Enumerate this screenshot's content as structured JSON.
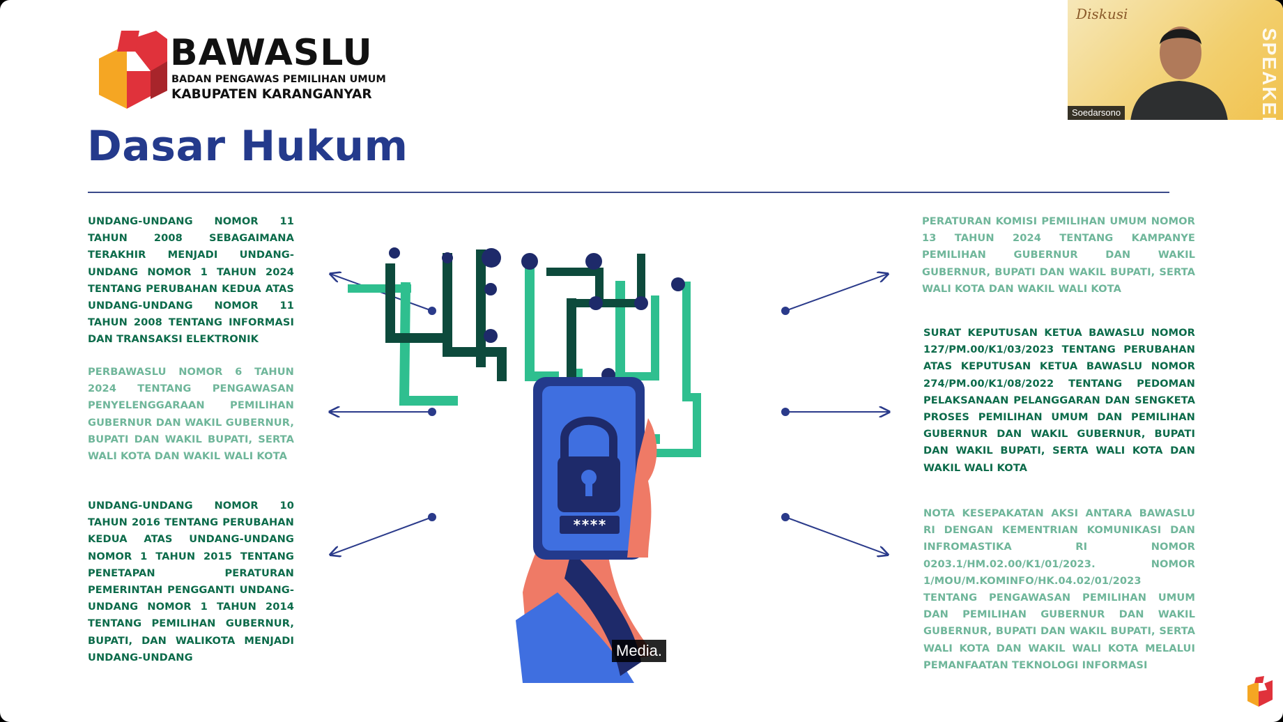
{
  "logo": {
    "name": "BAWASLU",
    "line1": "BADAN PENGAWAS PEMILIHAN UMUM",
    "line2": "KABUPATEN KARANGANYAR",
    "colors": {
      "red": "#e0323b",
      "orange": "#f5a623",
      "dark_red": "#a8252b"
    }
  },
  "title": "Dasar Hukum",
  "left_laws": [
    {
      "text": "UNDANG-UNDANG NOMOR 11 TAHUN 2008 SEBAGAIMANA TERAKHIR MENJADI UNDANG-UNDANG NOMOR 1 TAHUN 2024 TENTANG PERUBAHAN KEDUA ATAS UNDANG-UNDANG NOMOR 11 TAHUN 2008 TENTANG INFORMASI DAN TRANSAKSI ELEKTRONIK"
    },
    {
      "text": "PERBAWASLU NOMOR 6 TAHUN 2024 TENTANG PENGAWASAN PENYELENGGARAAN PEMILIHAN GUBERNUR DAN WAKIL GUBERNUR, BUPATI DAN WAKIL BUPATI, SERTA WALI KOTA DAN WAKIL WALI KOTA"
    },
    {
      "text": "UNDANG-UNDANG NOMOR 10 TAHUN 2016 TENTANG PERUBAHAN KEDUA ATAS UNDANG-UNDANG NOMOR 1 TAHUN 2015 TENTANG PENETAPAN PERATURAN PEMERINTAH PENGGANTI UNDANG-UNDANG NOMOR 1 TAHUN 2014 TENTANG PEMILIHAN GUBERNUR, BUPATI, DAN WALIKOTA MENJADI UNDANG-UNDANG"
    }
  ],
  "right_laws": [
    {
      "text": "PERATURAN KOMISI PEMILIHAN UMUM NOMOR 13 TAHUN 2024 TENTANG KAMPANYE PEMILIHAN GUBERNUR DAN WAKIL GUBERNUR, BUPATI DAN WAKIL BUPATI, SERTA WALI KOTA DAN WAKIL WALI KOTA"
    },
    {
      "text": "SURAT KEPUTUSAN KETUA BAWASLU NOMOR 127/PM.00/K1/03/2023 TENTANG PERUBAHAN ATAS KEPUTUSAN KETUA BAWASLU NOMOR 274/PM.00/K1/08/2022 TENTANG PEDOMAN PELAKSANAAN PELANGGARAN DAN SENGKETA PROSES PEMILIHAN UMUM DAN PEMILIHAN GUBERNUR DAN WAKIL GUBERNUR, BUPATI DAN WAKIL BUPATI, SERTA WALI KOTA DAN WAKIL WALI KOTA"
    },
    {
      "text": "NOTA KESEPAKATAN AKSI ANTARA BAWASLU RI DENGAN KEMENTRIAN KOMUNIKASI DAN INFROMASTIKA RI NOMOR 0203.1/HM.02.00/K1/01/2023. NOMOR 1/MOU/M.KOMINFO/HK.04.02/01/2023 TENTANG PENGAWASAN PEMILIHAN UMUM DAN PEMILIHAN GUBERNUR DAN WAKIL GUBERNUR, BUPATI DAN WAKIL BUPATI, SERTA WALI KOTA DAN WAKIL WALI KOTA MELALUI PEMANFAATAN TEKNOLOGI INFORMASI"
    }
  ],
  "illustration": {
    "password_mask": "****",
    "colors": {
      "phone": "#3f6fe0",
      "phone_dark": "#233a8c",
      "teal": "#2fbf8f",
      "dark_green": "#0d4a3c",
      "hand": "#ef7a66",
      "navy": "#1e2a6a"
    }
  },
  "speaker": {
    "name": "Soedarsono",
    "tag": "SPEAKER",
    "banner_title": "Diskusi"
  },
  "caption": "Media."
}
